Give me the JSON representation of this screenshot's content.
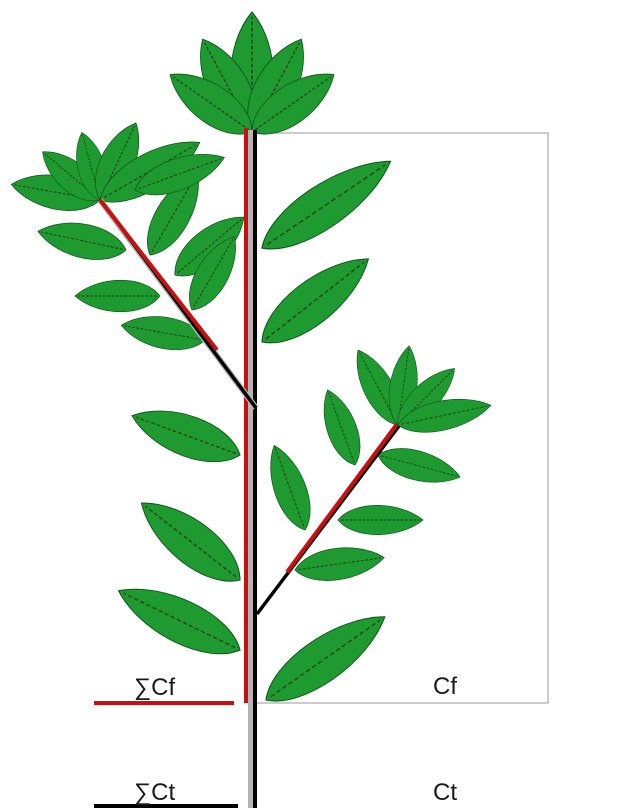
{
  "labels": {
    "sum_cf": "∑Cf",
    "cf": "Cf",
    "sum_ct": "∑Ct",
    "ct": "Ct"
  },
  "colors": {
    "leaf": "#1e9a30",
    "leaf_vein": "#0a3d12",
    "stem_black": "#000000",
    "stem_red": "#c81010",
    "stem_grey": "#b4b4b4",
    "box": "#aaaaaa"
  }
}
